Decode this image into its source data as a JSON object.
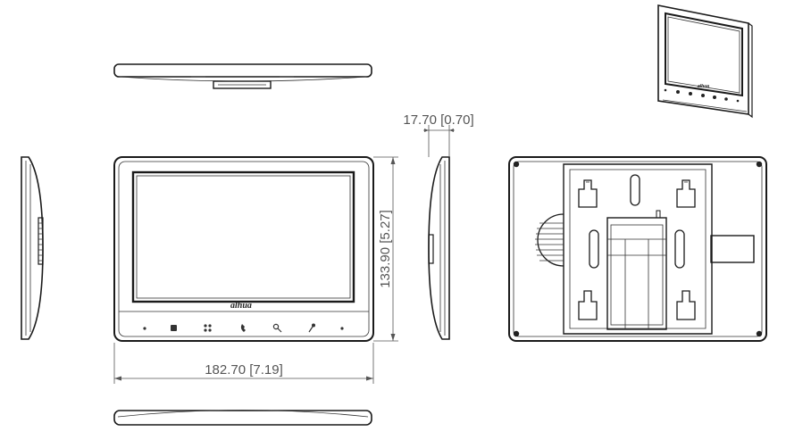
{
  "dimensions": {
    "depth": "17.70 [0.70]",
    "height": "133.90 [5.27]",
    "width": "182.70 [7.19]"
  },
  "brand": "alhua"
}
